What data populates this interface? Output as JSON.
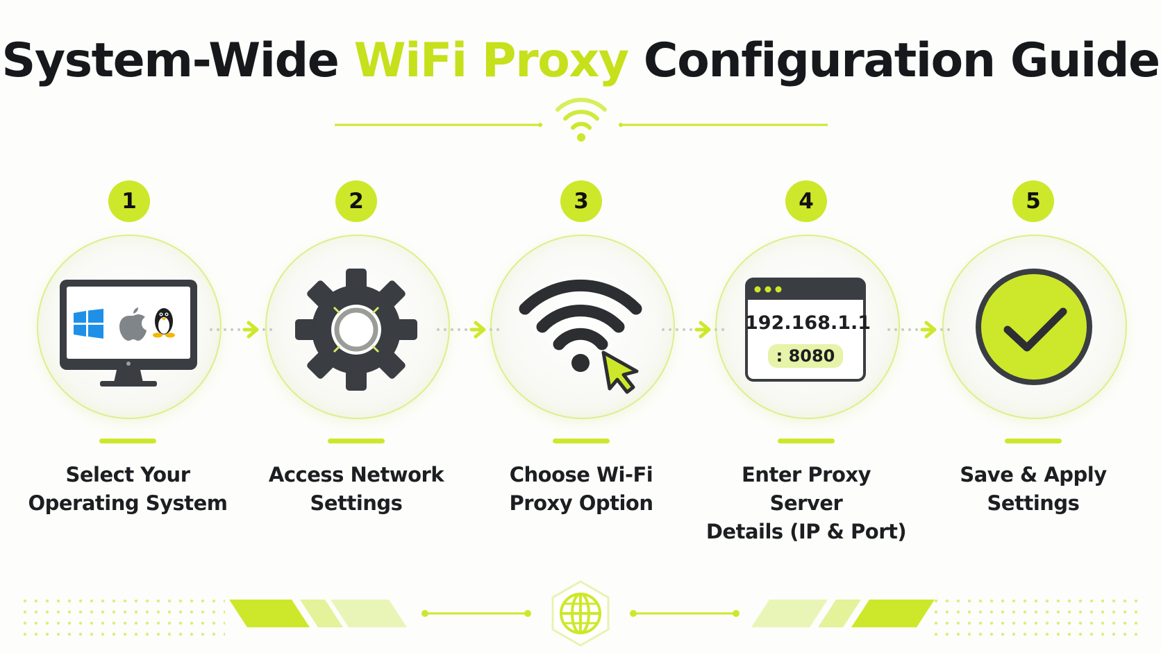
{
  "title": {
    "part1": "System-Wide ",
    "accent": "WiFi Proxy",
    "part2": " Configuration Guide"
  },
  "colors": {
    "accent": "#cde82a",
    "accent_light": "#e4f29a",
    "dark": "#3a3d42"
  },
  "steps": [
    {
      "number": "1",
      "label_line1": "Select Your",
      "label_line2": "Operating System",
      "icon": "monitor-os-icon"
    },
    {
      "number": "2",
      "label_line1": "Access Network",
      "label_line2": "Settings",
      "icon": "gear-icon"
    },
    {
      "number": "3",
      "label_line1": "Choose Wi-Fi",
      "label_line2": "Proxy Option",
      "icon": "wifi-cursor-icon"
    },
    {
      "number": "4",
      "label_line1": "Enter Proxy Server",
      "label_line2": "Details (IP & Port)",
      "icon": "browser-window-icon",
      "ip": "192.168.1.1",
      "port": ": 8080"
    },
    {
      "number": "5",
      "label_line1": "Save & Apply",
      "label_line2": "Settings",
      "icon": "checkmark-icon"
    }
  ],
  "icons": {
    "header": "wifi-icon",
    "footer": "globe-icon"
  }
}
